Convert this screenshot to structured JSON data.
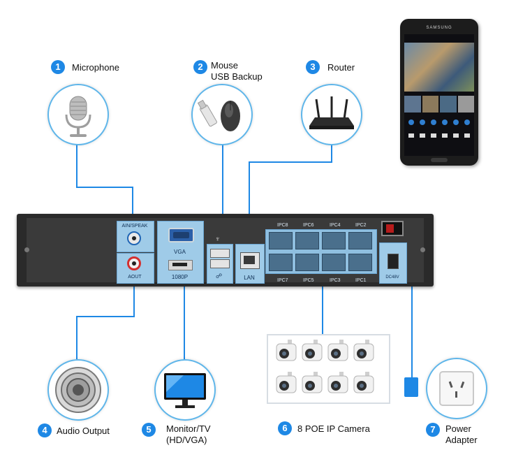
{
  "items": [
    {
      "num": "1",
      "label": "Microphone"
    },
    {
      "num": "2",
      "label_line1": "Mouse",
      "label_line2": "USB Backup"
    },
    {
      "num": "3",
      "label": "Router"
    },
    {
      "num": "4",
      "label": "Audio Output"
    },
    {
      "num": "5",
      "label_line1": "Monitor/TV",
      "label_line2": "(HD/VGA)"
    },
    {
      "num": "6",
      "label": "8 POE IP Camera"
    },
    {
      "num": "7",
      "label_line1": "Power",
      "label_line2": "Adapter"
    }
  ],
  "ports": {
    "ain": "AIN/SPEAK",
    "aout": "AOUT",
    "vga": "VGA",
    "hdmi": "1080P",
    "lan": "LAN",
    "dc": "DC48V",
    "ipc_top": [
      "IPC8",
      "IPC6",
      "IPC4",
      "IPC2"
    ],
    "ipc_bottom": [
      "IPC7",
      "IPC5",
      "IPC3",
      "IPC1"
    ]
  },
  "phone": {
    "brand": "SAMSUNG"
  },
  "colors": {
    "badge": "#1e88e5",
    "wire": "#1e88e5",
    "panel": "#9fcbe8",
    "device": "#2c2c2c"
  }
}
